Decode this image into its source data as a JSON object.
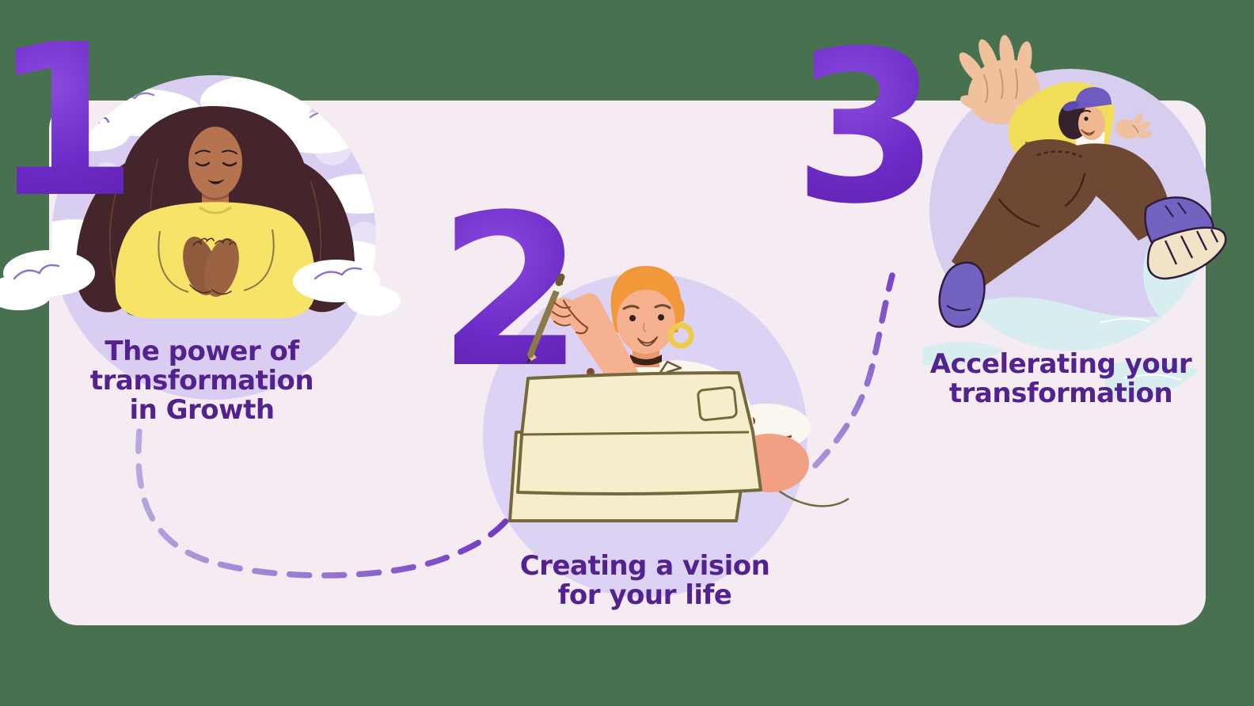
{
  "infographic": {
    "type": "three-step-process",
    "steps": [
      {
        "number": "1",
        "title": "The power of\ntransformation\nin Growth",
        "illustration": "woman-with-long-hair-among-clouds"
      },
      {
        "number": "2",
        "title": "Creating a vision\nfor your life",
        "illustration": "person-with-pencil-at-laptop"
      },
      {
        "number": "3",
        "title": "Accelerating your\ntransformation",
        "illustration": "person-leaping-forward"
      }
    ]
  },
  "colors": {
    "background_green": "#48714F",
    "panel_pink": "#F5ECF3",
    "circle_lavender": "#D9CEF1",
    "number_purple": "#6C2BC6",
    "title_purple": "#54228E",
    "dash_light": "#B5AADF",
    "dash_dark": "#6E36C3"
  }
}
